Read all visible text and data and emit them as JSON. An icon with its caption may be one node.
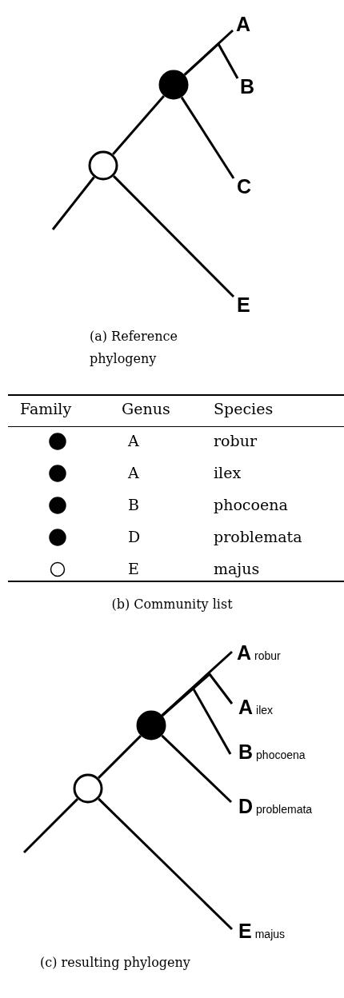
{
  "diagram": {
    "nodes": [
      {
        "text": [
          "A"
        ]
      },
      {
        "text": [
          "B"
        ]
      },
      {
        "text": [],
        "shape": "circle"
      },
      {
        "text": [
          "C"
        ]
      },
      {
        "text": [],
        "shape": "circle"
      },
      {
        "text": [
          "E"
        ]
      },
      {
        "text": [
          "A"
        ],
        "beside": [
          "robur"
        ]
      },
      {
        "text": [
          "A"
        ],
        "beside": [
          "ilex"
        ]
      },
      {
        "text": [
          "B"
        ],
        "beside": [
          "phocoena"
        ]
      },
      {
        "text": [],
        "shape": "circle"
      },
      {
        "text": [
          "D"
        ],
        "beside": [
          "problemata"
        ]
      },
      {
        "text": [],
        "shape": "circle"
      },
      {
        "text": [
          "E"
        ],
        "beside": [
          "majus"
        ]
      }
    ],
    "edges": [
      {
        "from": null,
        "to": 4,
        "arrow": "none"
      },
      {
        "from": 4,
        "to": 2,
        "arrow": "none"
      },
      {
        "from": 4,
        "to": 5,
        "arrow": "none"
      },
      {
        "from": 2,
        "to": 0,
        "arrow": "none"
      },
      {
        "from": 2,
        "to": 1,
        "arrow": "none"
      },
      {
        "from": 2,
        "to": 3,
        "arrow": "none"
      },
      {
        "from": null,
        "to": 11,
        "arrow": "none"
      },
      {
        "from": 11,
        "to": 9,
        "arrow": "none"
      },
      {
        "from": 11,
        "to": 12,
        "arrow": "none"
      },
      {
        "from": 9,
        "to": 6,
        "arrow": "none"
      },
      {
        "from": 9,
        "to": 7,
        "arrow": "none"
      },
      {
        "from": 9,
        "to": 8,
        "arrow": "none"
      },
      {
        "from": 9,
        "to": 10,
        "arrow": "none"
      }
    ],
    "labels": [
      "(a) Reference phylogeny",
      "Family",
      "Genus",
      "Species",
      "A",
      "robur",
      "A",
      "ilex",
      "B",
      "phocoena",
      "D",
      "problemata",
      "E",
      "majus",
      "(b) Community list",
      "(c) resulting phylogeny"
    ]
  }
}
